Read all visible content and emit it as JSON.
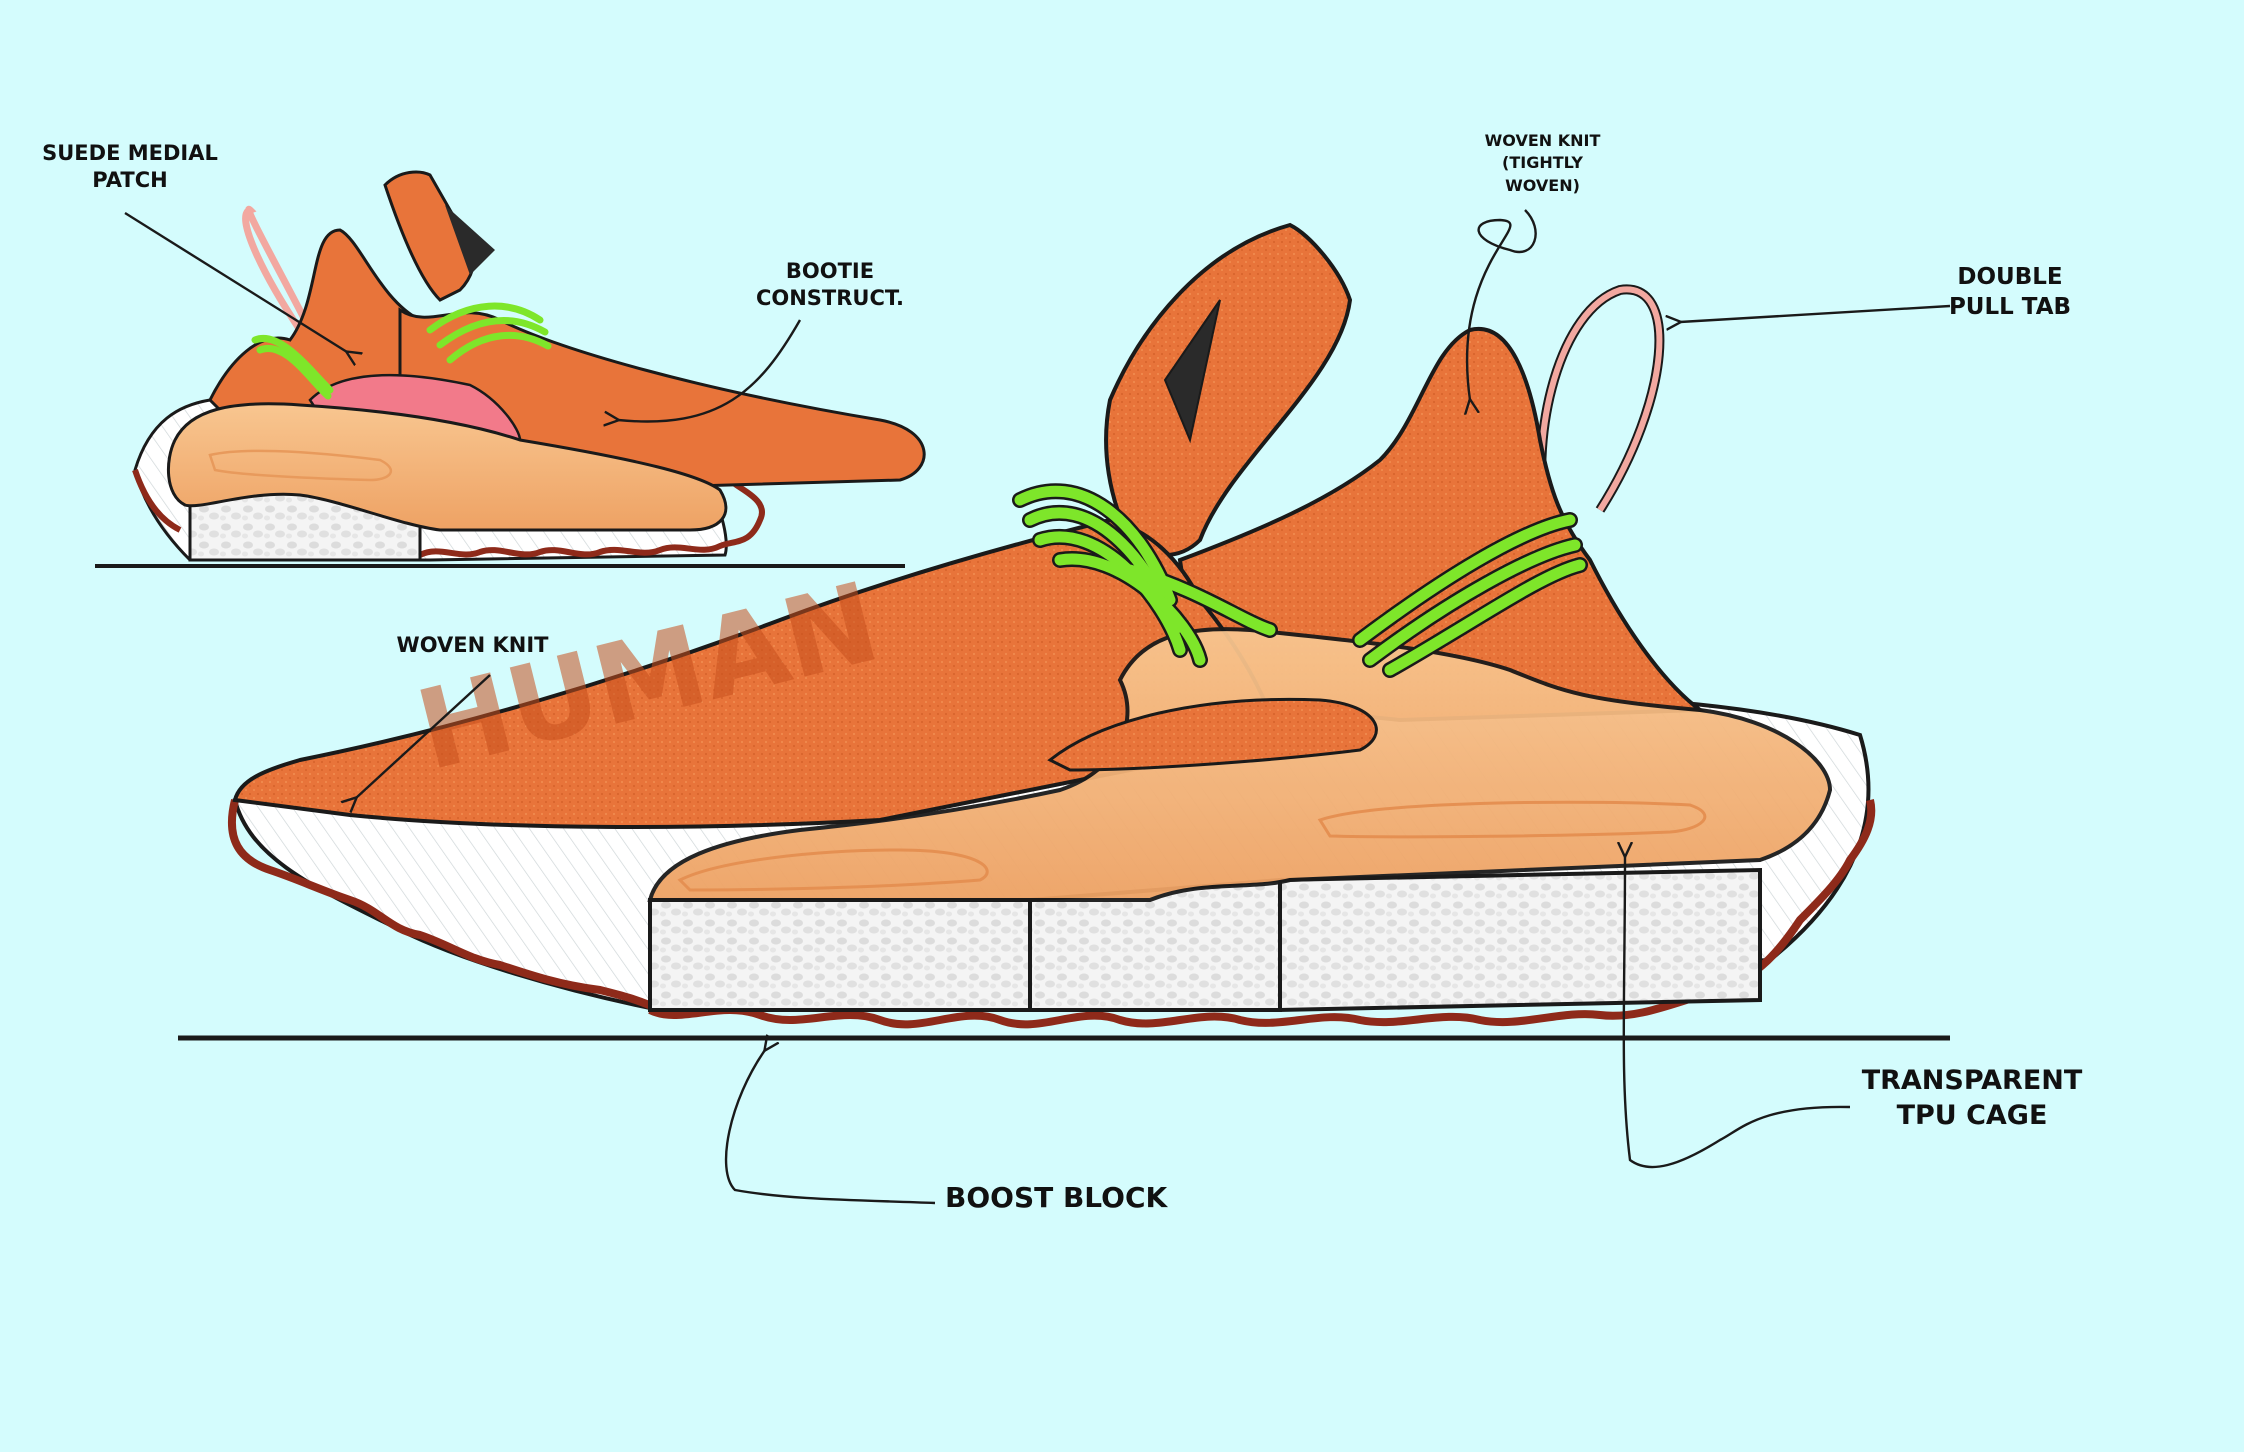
{
  "colors": {
    "background": "#d4fcfd",
    "upper_orange": "#e8743a",
    "upper_dark": "#b84a1c",
    "tpu_cage": "#f6b77c",
    "boost_white": "#f2f2f2",
    "outsole_red": "#8e2a1a",
    "laces_green": "#7ee62a",
    "pull_tab_pink": "#f2a8a0",
    "medial_patch_pink": "#f27a8a",
    "tongue_patch": "#2a2a2a",
    "outline": "#1a1a1a"
  },
  "labels": {
    "suede_medial_patch": "SUEDE MEDIAL\nPATCH",
    "bootie_construct": "BOOTIE\nCONSTRUCT.",
    "woven_knit_tight": "WOVEN KNIT\n(TIGHTLY\nWOVEN)",
    "double_pull_tab": "DOUBLE\nPULL TAB",
    "woven_knit": "WOVEN KNIT",
    "transparent_tpu_cage": "TRANSPARENT\nTPU CAGE",
    "boost_block": "BOOST BLOCK"
  },
  "upper_print": "HUMAN"
}
